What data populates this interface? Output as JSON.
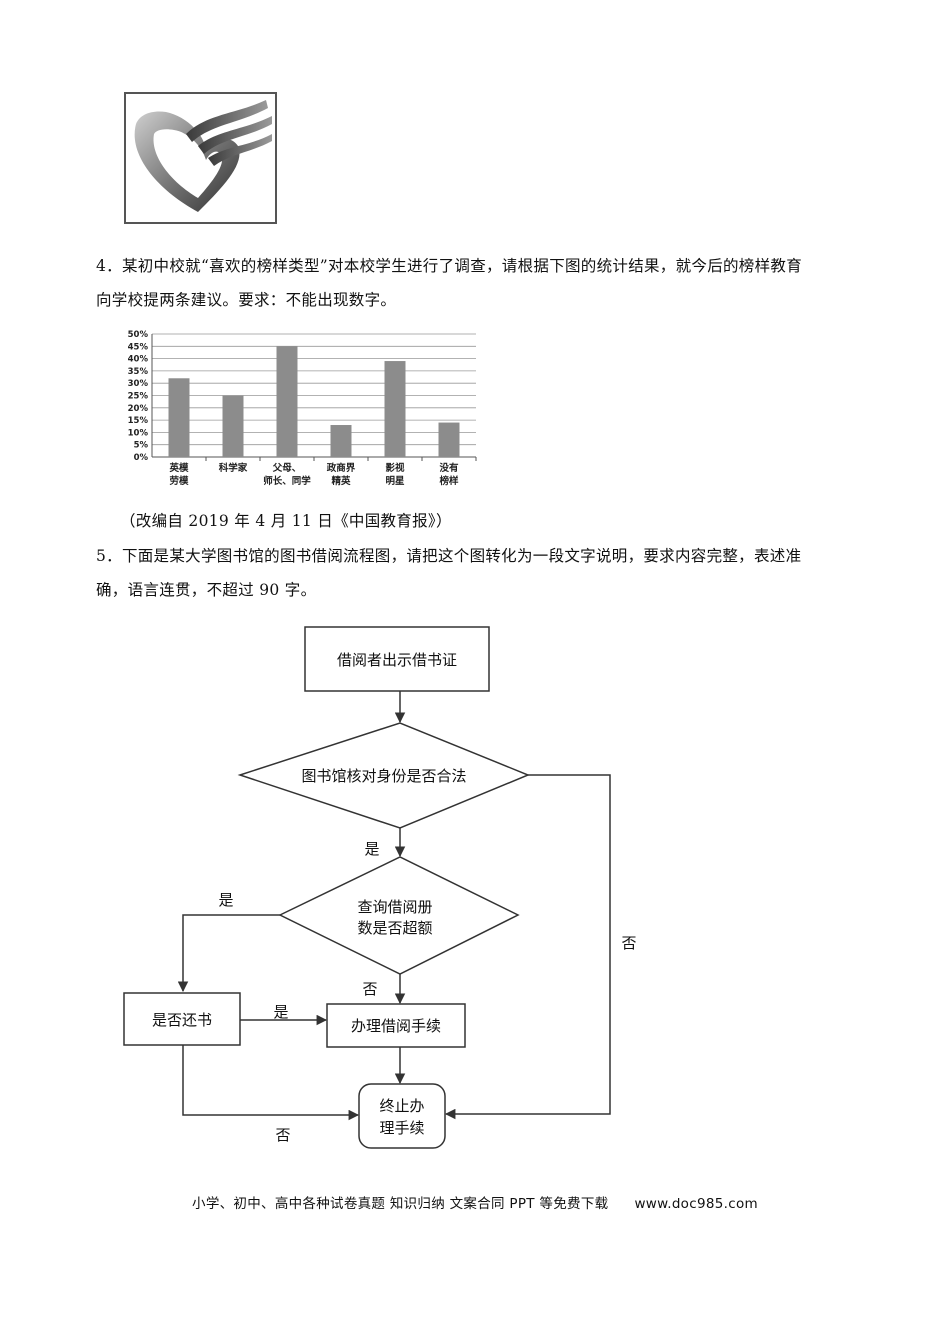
{
  "question4": {
    "line1": "4．某初中校就“喜欢的榜样类型”对本校学生进行了调查，请根据下图的统计结果，就今后的榜样教育",
    "line2": "向学校提两条建议。要求：不能出现数字。"
  },
  "source_note": "（改编自 2019 年 4 月 11 日《中国教育报》）",
  "question5": {
    "line1": "5．下面是某大学图书馆的图书借阅流程图，请把这个图转化为一段文字说明，要求内容完整，表述准",
    "line2": "确，语言连贯，不超过 90 字。"
  },
  "chart_data": {
    "type": "bar",
    "categories": [
      [
        "英模",
        "劳模"
      ],
      [
        "科学家"
      ],
      [
        "父母、",
        "师长、同学"
      ],
      [
        "政商界",
        "精英"
      ],
      [
        "影视",
        "明星"
      ],
      [
        "没有",
        "榜样"
      ]
    ],
    "values": [
      32,
      25,
      45,
      13,
      39,
      14
    ],
    "yticks": [
      "0%",
      "5%",
      "10%",
      "15%",
      "20%",
      "25%",
      "30%",
      "35%",
      "40%",
      "45%",
      "50%"
    ],
    "ylim": [
      0,
      50
    ],
    "grid": true,
    "bar_color": "#8c8c8c"
  },
  "flowchart": {
    "start": "借阅者出示借书证",
    "check_identity": "图书馆核对身份是否合法",
    "check_quota_line1": "查询借阅册",
    "check_quota_line2": "数是否超额",
    "returned": "是否还书",
    "process": "办理借阅手续",
    "end_line1": "终止办",
    "end_line2": "理手续",
    "yes1": "是",
    "yes2": "是",
    "yes3": "是",
    "no1": "否",
    "no2": "否",
    "no3": "否"
  },
  "footer": {
    "text": "小学、初中、高中各种试卷真题  知识归纳  文案合同  PPT 等免费下载",
    "url": "www.doc985.com"
  },
  "icons": {
    "logo": "heart-ribbon-logo"
  }
}
